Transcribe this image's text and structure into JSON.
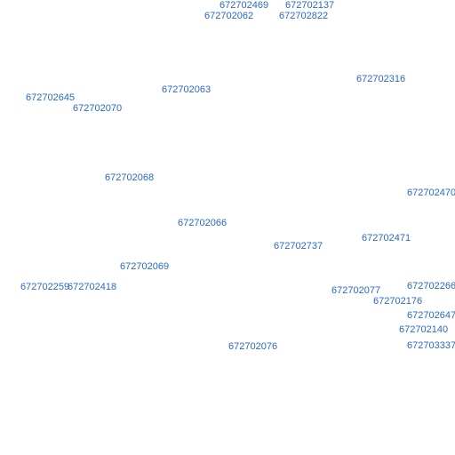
{
  "map": {
    "label_color": "#2a68c8",
    "background": "#ffffff",
    "labels": [
      "672702469",
      "672702137",
      "672702062",
      "672702822",
      "672702316",
      "672702063",
      "672702645",
      "672702070",
      "672702068",
      "672702470",
      "672702066",
      "672702471",
      "672702737",
      "672702069",
      "672702259",
      "672702418",
      "672702266",
      "672702077",
      "672702176",
      "672702647",
      "672702140",
      "672703337",
      "672702076"
    ]
  }
}
